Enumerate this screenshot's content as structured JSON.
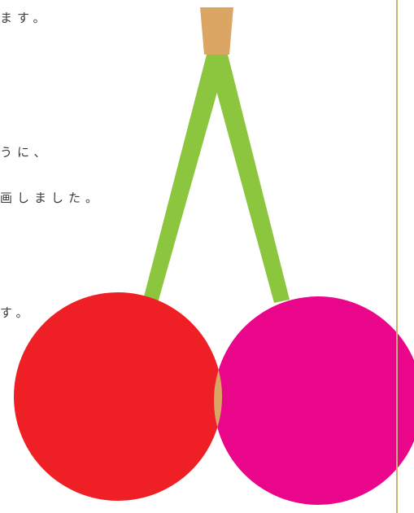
{
  "text_lines": [
    "ます。",
    "うに、",
    "画しました。",
    "す。"
  ],
  "colors": {
    "cork": "#dba663",
    "stem": "#8cc63f",
    "left_cherry": "#ee1f25",
    "right_cherry": "#ea068b",
    "overlap": "#dba663",
    "side_rule": "#c9b27a",
    "text": "#3a3a3a"
  },
  "icons": {
    "illustration": "cherry-pair-icon"
  }
}
